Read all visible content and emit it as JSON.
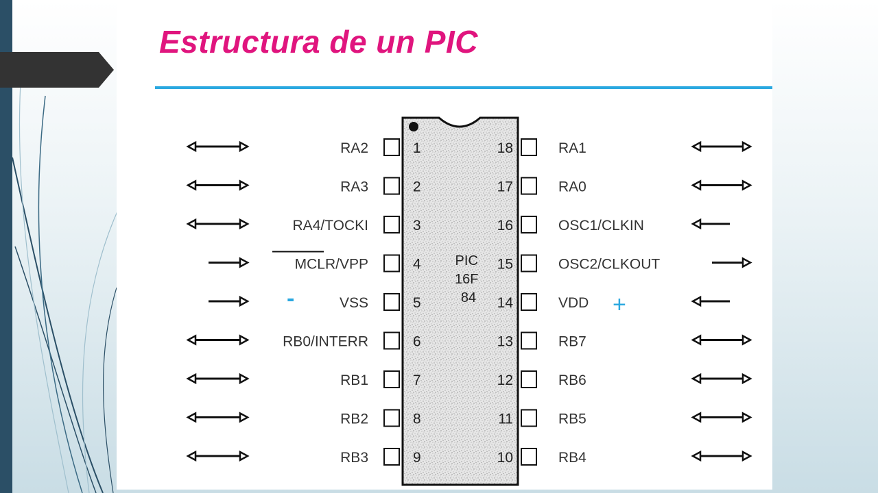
{
  "slide": {
    "title": "Estructura de un PIC"
  },
  "chip": {
    "label_lines": [
      "PIC",
      "16F",
      "84"
    ]
  },
  "signs": {
    "vss": "-",
    "vdd": "+"
  },
  "colors": {
    "title": "#e0157e",
    "rule": "#2aa8e0",
    "sign": "#2aa8e0",
    "left_bar": "#2b4f66"
  },
  "left_pins": [
    {
      "num": "1",
      "name": "RA2",
      "dir": "bi"
    },
    {
      "num": "2",
      "name": "RA3",
      "dir": "bi"
    },
    {
      "num": "3",
      "name": "RA4/TOCKI",
      "dir": "bi"
    },
    {
      "num": "4",
      "name": "MCLR/VPP",
      "dir": "in",
      "overline": "MCLR"
    },
    {
      "num": "5",
      "name": "VSS",
      "dir": "in"
    },
    {
      "num": "6",
      "name": "RB0/INTERR",
      "dir": "bi"
    },
    {
      "num": "7",
      "name": "RB1",
      "dir": "bi"
    },
    {
      "num": "8",
      "name": "RB2",
      "dir": "bi"
    },
    {
      "num": "9",
      "name": "RB3",
      "dir": "bi"
    }
  ],
  "right_pins": [
    {
      "num": "18",
      "name": "RA1",
      "dir": "bi"
    },
    {
      "num": "17",
      "name": "RA0",
      "dir": "bi"
    },
    {
      "num": "16",
      "name": "OSC1/CLKIN",
      "dir": "in"
    },
    {
      "num": "15",
      "name": "OSC2/CLKOUT",
      "dir": "out"
    },
    {
      "num": "14",
      "name": "VDD",
      "dir": "in"
    },
    {
      "num": "13",
      "name": "RB7",
      "dir": "bi"
    },
    {
      "num": "12",
      "name": "RB6",
      "dir": "bi"
    },
    {
      "num": "11",
      "name": "RB5",
      "dir": "bi"
    },
    {
      "num": "10",
      "name": "RB4",
      "dir": "bi"
    }
  ]
}
